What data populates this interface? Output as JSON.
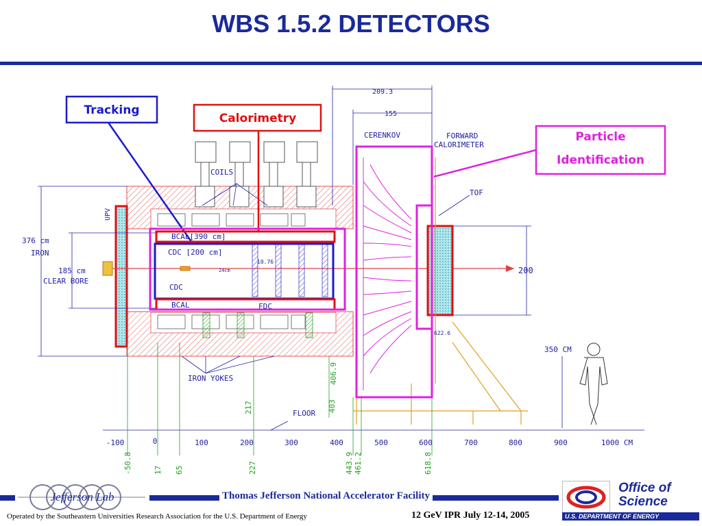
{
  "title": "WBS 1.5.2 DETECTORS",
  "callouts": {
    "tracking": "Tracking",
    "calorimetry": "Calorimetry",
    "particle_id_line1": "Particle",
    "particle_id_line2": "Identification"
  },
  "labels": {
    "coils": "COILS",
    "upv": "UPV",
    "iron_376": "376 cm",
    "iron": "IRON",
    "bore_185": "185 cm",
    "clear_bore": "CLEAR BORE",
    "bcal_390": "BCAL[390 cm]",
    "cdc_200": "CDC [200 cm]",
    "cdc": "CDC",
    "bcal": "BCAL",
    "fdc": "FDC",
    "dim_1076": "10.76",
    "dim_24cm": "24cm",
    "cerenkov": "CERENKOV",
    "forward_cal_1": "FORWARD",
    "forward_cal_2": "CALORIMETER",
    "tof": "TOF",
    "dim_200": "200",
    "dim_6226": "622.6",
    "dim_350": "350 CM",
    "iron_yokes": "IRON YOKES",
    "floor": "FLOOR",
    "dim_2093": "209.3",
    "dim_155": "155",
    "dim_4069": "406.9",
    "dim_403": "403",
    "dim_217": "217"
  },
  "axis": {
    "ticks": [
      "-100",
      "0",
      "100",
      "200",
      "300",
      "400",
      "500",
      "600",
      "700",
      "800",
      "900",
      "1000 CM"
    ],
    "below": [
      "-50.8",
      "17",
      "65",
      "227",
      "443.9",
      "461.2",
      "618.8"
    ]
  },
  "footer": {
    "facility": "Thomas Jefferson National Accelerator Facility",
    "operated_by": "Operated by the Southeastern Universities Research Association for the U.S. Department of  Energy",
    "meeting": "12 GeV IPR July 12-14, 2005",
    "jlab_logo_text": "Jefferson Lab",
    "doe_line1": "Office of",
    "doe_line2": "Science",
    "doe_bar": "U.S. DEPARTMENT OF ENERGY"
  },
  "colors": {
    "title_blue": "#1a2a9a",
    "callout_blue": "#1a1acc",
    "callout_red": "#e01010",
    "callout_magenta": "#e020e0",
    "iron_hatch": "#e05050",
    "dimension_blue": "#2020a0",
    "green_dim": "#20a020",
    "structure_orange": "#e0a020"
  }
}
